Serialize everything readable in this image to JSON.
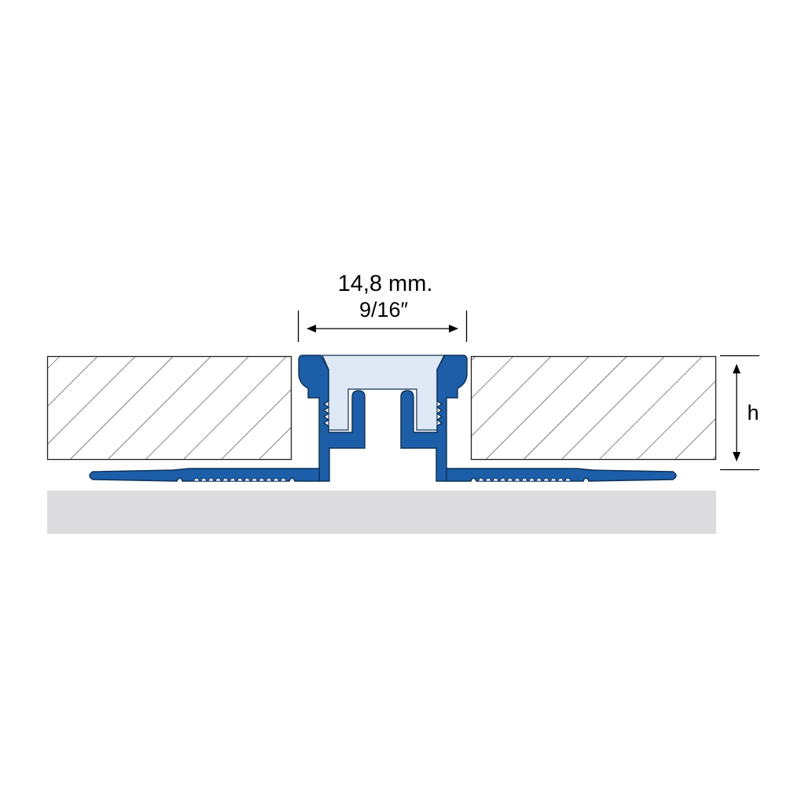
{
  "dimensions": {
    "width_metric": "14,8 mm.",
    "width_imperial": "9/16″",
    "height_label": "h"
  },
  "colors": {
    "profile_blue": "#1c5fa8",
    "profile_outline": "#0d3056",
    "insert_light_blue": "#dfe9f5",
    "substrate_gray": "#dcdcde",
    "hatch_stroke": "#231f20",
    "background": "#ffffff"
  }
}
